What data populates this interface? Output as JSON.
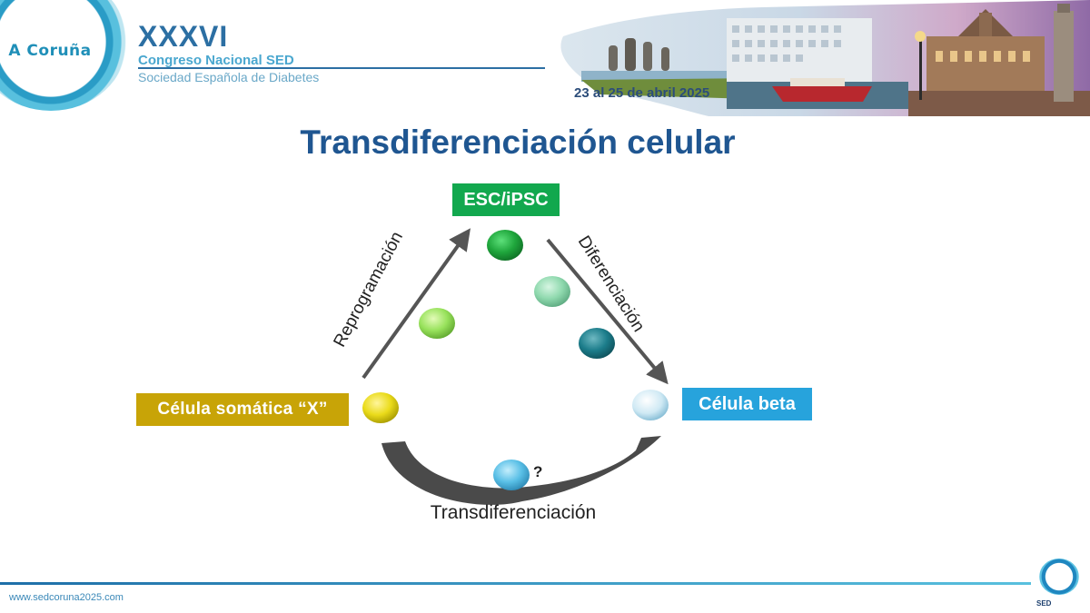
{
  "header": {
    "logo_text": "A Coruña",
    "edition": "XXXVI",
    "congress": "Congreso Nacional SED",
    "society": "Sociedad Española de Diabetes",
    "dates": "23 al 25 de abril 2025"
  },
  "slide": {
    "title": "Transdiferenciación celular"
  },
  "diagram": {
    "nodes": {
      "esc": "ESC/iPSC",
      "somatic": "Célula  somática “X”",
      "beta": "Célula  beta"
    },
    "arrows": {
      "reprogramming": "Reprogramación",
      "differentiation": "Diferenciación",
      "transdifferentiation": "Transdiferenciación"
    },
    "question_mark": "?"
  },
  "colors": {
    "esc_box": "#12a84e",
    "somatic_box": "#c8a407",
    "beta_box": "#27a3dc",
    "title": "#1f5691"
  },
  "footer": {
    "url": "www.sedcoruna2025.com",
    "sed_logo_text": "SED"
  }
}
